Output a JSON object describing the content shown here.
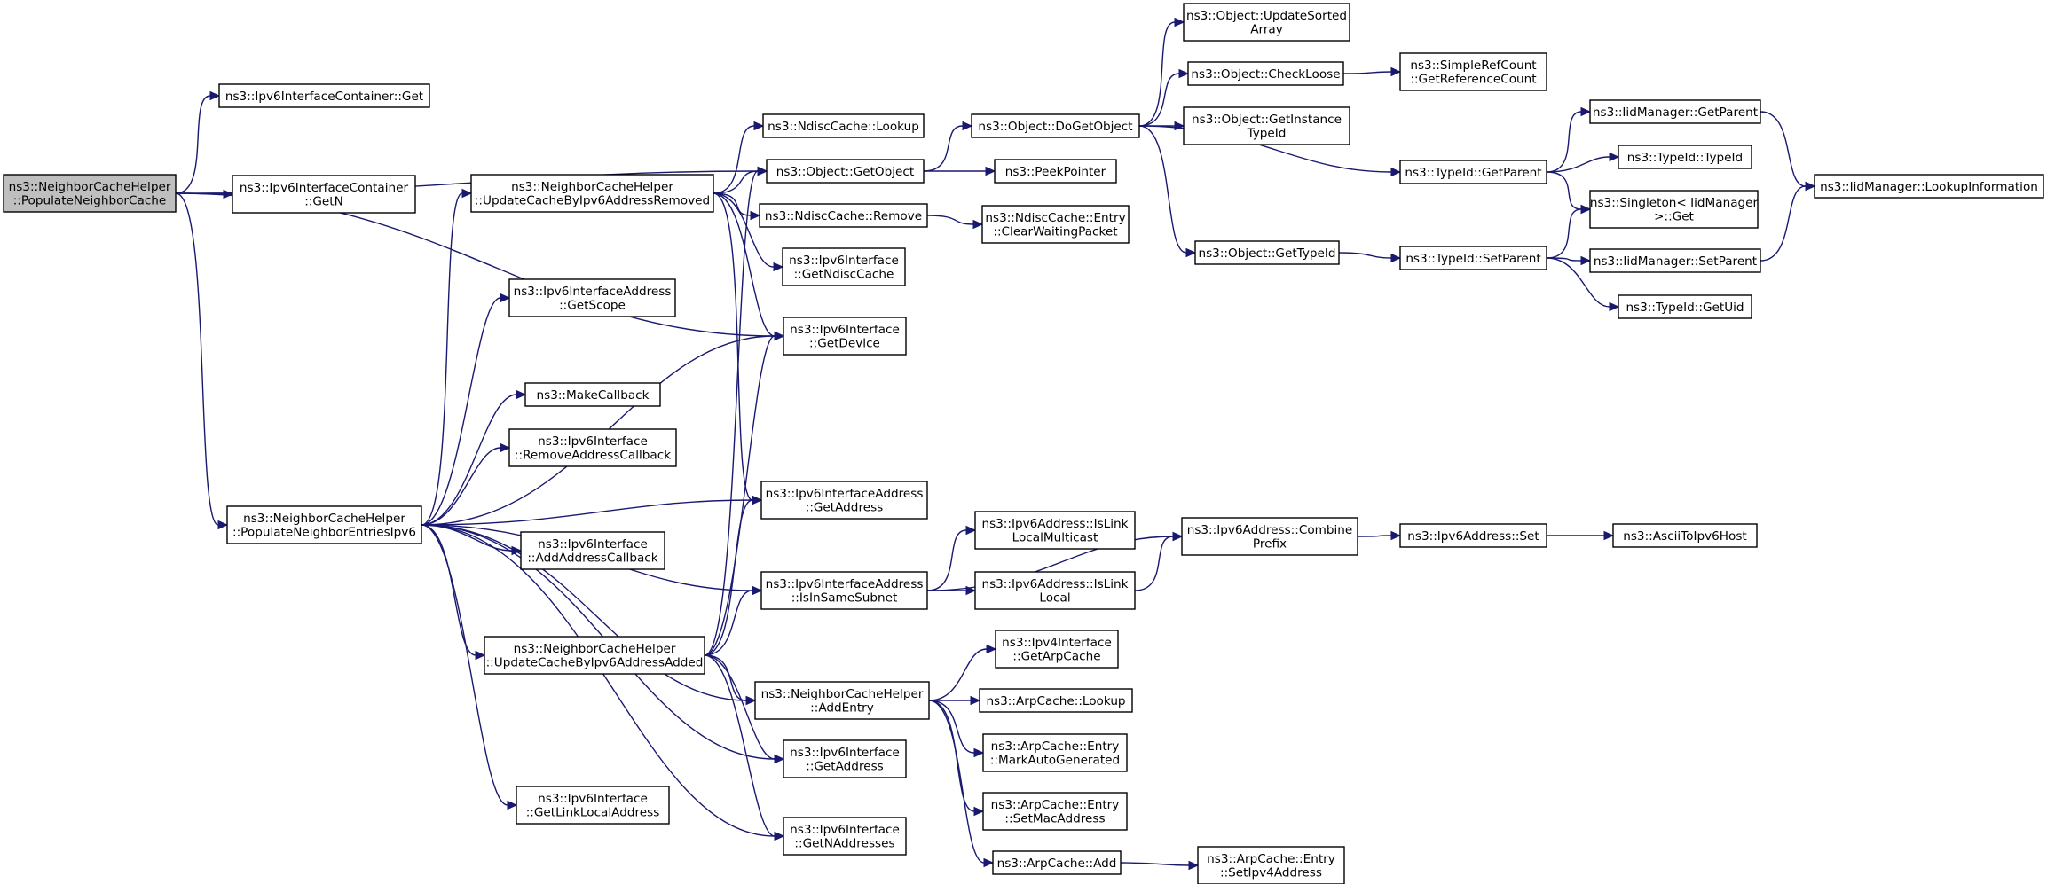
{
  "colors": {
    "edge": "#191970",
    "root_fill": "#bfbfbf",
    "node_fill": "#ffffff",
    "border": "#000000"
  },
  "nodes": [
    {
      "id": "populateNeighborCache",
      "lines": [
        "ns3::NeighborCacheHelper",
        "::PopulateNeighborCache"
      ],
      "root": true
    },
    {
      "id": "ipv6ContainerGet",
      "lines": [
        "ns3::Ipv6InterfaceContainer::Get"
      ]
    },
    {
      "id": "ipv6ContainerGetN",
      "lines": [
        "ns3::Ipv6InterfaceContainer",
        "::GetN"
      ]
    },
    {
      "id": "objectGetObject",
      "lines": [
        "ns3::Object::GetObject"
      ]
    },
    {
      "id": "ipv6IfGetDevice",
      "lines": [
        "ns3::Ipv6Interface",
        "::GetDevice"
      ]
    },
    {
      "id": "populateNeighborEntriesIpv6",
      "lines": [
        "ns3::NeighborCacheHelper",
        "::PopulateNeighborEntriesIpv6"
      ]
    },
    {
      "id": "updateCacheRemoved",
      "lines": [
        "ns3::NeighborCacheHelper",
        "::UpdateCacheByIpv6AddressRemoved"
      ]
    },
    {
      "id": "ipv6IfAddrGetScope",
      "lines": [
        "ns3::Ipv6InterfaceAddress",
        "::GetScope"
      ]
    },
    {
      "id": "makeCallback",
      "lines": [
        "ns3::MakeCallback"
      ]
    },
    {
      "id": "removeAddressCallback",
      "lines": [
        "ns3::Ipv6Interface",
        "::RemoveAddressCallback"
      ]
    },
    {
      "id": "ipv6IfAddrGetAddress",
      "lines": [
        "ns3::Ipv6InterfaceAddress",
        "::GetAddress"
      ]
    },
    {
      "id": "addAddressCallback",
      "lines": [
        "ns3::Ipv6Interface",
        "::AddAddressCallback"
      ]
    },
    {
      "id": "isInSameSubnet",
      "lines": [
        "ns3::Ipv6InterfaceAddress",
        "::IsInSameSubnet"
      ]
    },
    {
      "id": "updateCacheAdded",
      "lines": [
        "ns3::NeighborCacheHelper",
        "::UpdateCacheByIpv6AddressAdded"
      ]
    },
    {
      "id": "addEntry",
      "lines": [
        "ns3::NeighborCacheHelper",
        "::AddEntry"
      ]
    },
    {
      "id": "ipv6IfGetAddress",
      "lines": [
        "ns3::Ipv6Interface",
        "::GetAddress"
      ]
    },
    {
      "id": "getLinkLocalAddress",
      "lines": [
        "ns3::Ipv6Interface",
        "::GetLinkLocalAddress"
      ]
    },
    {
      "id": "getNAddresses",
      "lines": [
        "ns3::Ipv6Interface",
        "::GetNAddresses"
      ]
    },
    {
      "id": "ndiscLookup",
      "lines": [
        "ns3::NdiscCache::Lookup"
      ]
    },
    {
      "id": "ndiscRemove",
      "lines": [
        "ns3::NdiscCache::Remove"
      ]
    },
    {
      "id": "getNdiscCache",
      "lines": [
        "ns3::Ipv6Interface",
        "::GetNdiscCache"
      ]
    },
    {
      "id": "doGetObject",
      "lines": [
        "ns3::Object::DoGetObject"
      ]
    },
    {
      "id": "peekPointer",
      "lines": [
        "ns3::PeekPointer"
      ]
    },
    {
      "id": "clearWaitingPacket",
      "lines": [
        "ns3::NdiscCache::Entry",
        "::ClearWaitingPacket"
      ]
    },
    {
      "id": "updateSortedArray",
      "lines": [
        "ns3::Object::UpdateSorted",
        "Array"
      ]
    },
    {
      "id": "checkLoose",
      "lines": [
        "ns3::Object::CheckLoose"
      ]
    },
    {
      "id": "getInstanceTypeId",
      "lines": [
        "ns3::Object::GetInstance",
        "TypeId"
      ]
    },
    {
      "id": "objectGetTypeId",
      "lines": [
        "ns3::Object::GetTypeId"
      ]
    },
    {
      "id": "getReferenceCount",
      "lines": [
        "ns3::SimpleRefCount",
        "::GetReferenceCount"
      ]
    },
    {
      "id": "typeIdGetParent",
      "lines": [
        "ns3::TypeId::GetParent"
      ]
    },
    {
      "id": "typeIdSetParent",
      "lines": [
        "ns3::TypeId::SetParent"
      ]
    },
    {
      "id": "iidGetParent",
      "lines": [
        "ns3::IidManager::GetParent"
      ]
    },
    {
      "id": "typeIdTypeId",
      "lines": [
        "ns3::TypeId::TypeId"
      ]
    },
    {
      "id": "singletonGet",
      "lines": [
        "ns3::Singleton< IidManager",
        ">::Get"
      ]
    },
    {
      "id": "iidSetParent",
      "lines": [
        "ns3::IidManager::SetParent"
      ]
    },
    {
      "id": "typeIdGetUid",
      "lines": [
        "ns3::TypeId::GetUid"
      ]
    },
    {
      "id": "lookupInformation",
      "lines": [
        "ns3::IidManager::LookupInformation"
      ]
    },
    {
      "id": "isLinkLocalMulticast",
      "lines": [
        "ns3::Ipv6Address::IsLink",
        "LocalMulticast"
      ]
    },
    {
      "id": "isLinkLocal",
      "lines": [
        "ns3::Ipv6Address::IsLink",
        "Local"
      ]
    },
    {
      "id": "combinePrefix",
      "lines": [
        "ns3::Ipv6Address::Combine",
        "Prefix"
      ]
    },
    {
      "id": "ipv6AddressSet",
      "lines": [
        "ns3::Ipv6Address::Set"
      ]
    },
    {
      "id": "asciiToIpv6Host",
      "lines": [
        "ns3::AsciiToIpv6Host"
      ]
    },
    {
      "id": "ipv4IfGetArpCache",
      "lines": [
        "ns3::Ipv4Interface",
        "::GetArpCache"
      ]
    },
    {
      "id": "arpLookup",
      "lines": [
        "ns3::ArpCache::Lookup"
      ]
    },
    {
      "id": "markAutoGenerated",
      "lines": [
        "ns3::ArpCache::Entry",
        "::MarkAutoGenerated"
      ]
    },
    {
      "id": "setMacAddress",
      "lines": [
        "ns3::ArpCache::Entry",
        "::SetMacAddress"
      ]
    },
    {
      "id": "arpAdd",
      "lines": [
        "ns3::ArpCache::Add"
      ]
    },
    {
      "id": "setIpv4Address",
      "lines": [
        "ns3::ArpCache::Entry",
        "::SetIpv4Address"
      ]
    }
  ],
  "edges": [
    [
      "populateNeighborCache",
      "ipv6ContainerGet"
    ],
    [
      "populateNeighborCache",
      "objectGetObject"
    ],
    [
      "populateNeighborCache",
      "ipv6ContainerGetN"
    ],
    [
      "populateNeighborCache",
      "ipv6IfGetDevice"
    ],
    [
      "populateNeighborCache",
      "populateNeighborEntriesIpv6"
    ],
    [
      "populateNeighborEntriesIpv6",
      "updateCacheRemoved"
    ],
    [
      "populateNeighborEntriesIpv6",
      "ipv6IfAddrGetScope"
    ],
    [
      "populateNeighborEntriesIpv6",
      "ipv6IfGetDevice"
    ],
    [
      "populateNeighborEntriesIpv6",
      "makeCallback"
    ],
    [
      "populateNeighborEntriesIpv6",
      "removeAddressCallback"
    ],
    [
      "populateNeighborEntriesIpv6",
      "ipv6IfAddrGetAddress"
    ],
    [
      "populateNeighborEntriesIpv6",
      "addAddressCallback"
    ],
    [
      "populateNeighborEntriesIpv6",
      "isInSameSubnet"
    ],
    [
      "populateNeighborEntriesIpv6",
      "updateCacheAdded"
    ],
    [
      "populateNeighborEntriesIpv6",
      "addEntry"
    ],
    [
      "populateNeighborEntriesIpv6",
      "ipv6IfGetAddress"
    ],
    [
      "populateNeighborEntriesIpv6",
      "getLinkLocalAddress"
    ],
    [
      "populateNeighborEntriesIpv6",
      "getNAddresses"
    ],
    [
      "updateCacheRemoved",
      "ndiscLookup"
    ],
    [
      "updateCacheRemoved",
      "objectGetObject"
    ],
    [
      "updateCacheRemoved",
      "ndiscRemove"
    ],
    [
      "updateCacheRemoved",
      "getNdiscCache"
    ],
    [
      "updateCacheRemoved",
      "ipv6IfGetDevice"
    ],
    [
      "updateCacheRemoved",
      "ipv6IfAddrGetAddress"
    ],
    [
      "updateCacheAdded",
      "objectGetObject"
    ],
    [
      "updateCacheAdded",
      "ipv6IfGetDevice"
    ],
    [
      "updateCacheAdded",
      "ipv6IfAddrGetAddress"
    ],
    [
      "updateCacheAdded",
      "isInSameSubnet"
    ],
    [
      "updateCacheAdded",
      "addEntry"
    ],
    [
      "updateCacheAdded",
      "ipv6IfGetAddress"
    ],
    [
      "updateCacheAdded",
      "getNAddresses"
    ],
    [
      "objectGetObject",
      "doGetObject"
    ],
    [
      "objectGetObject",
      "peekPointer"
    ],
    [
      "ndiscRemove",
      "clearWaitingPacket"
    ],
    [
      "doGetObject",
      "updateSortedArray"
    ],
    [
      "doGetObject",
      "checkLoose"
    ],
    [
      "doGetObject",
      "getInstanceTypeId"
    ],
    [
      "doGetObject",
      "typeIdGetParent"
    ],
    [
      "doGetObject",
      "objectGetTypeId"
    ],
    [
      "checkLoose",
      "getReferenceCount"
    ],
    [
      "objectGetTypeId",
      "typeIdSetParent"
    ],
    [
      "typeIdGetParent",
      "iidGetParent"
    ],
    [
      "typeIdGetParent",
      "typeIdTypeId"
    ],
    [
      "typeIdGetParent",
      "singletonGet"
    ],
    [
      "typeIdSetParent",
      "singletonGet"
    ],
    [
      "typeIdSetParent",
      "iidSetParent"
    ],
    [
      "typeIdSetParent",
      "typeIdGetUid"
    ],
    [
      "iidGetParent",
      "lookupInformation"
    ],
    [
      "iidSetParent",
      "lookupInformation"
    ],
    [
      "isInSameSubnet",
      "combinePrefix"
    ],
    [
      "isInSameSubnet",
      "isLinkLocalMulticast"
    ],
    [
      "isInSameSubnet",
      "isLinkLocal"
    ],
    [
      "isLinkLocal",
      "combinePrefix"
    ],
    [
      "combinePrefix",
      "ipv6AddressSet"
    ],
    [
      "ipv6AddressSet",
      "asciiToIpv6Host"
    ],
    [
      "addEntry",
      "ipv4IfGetArpCache"
    ],
    [
      "addEntry",
      "arpLookup"
    ],
    [
      "addEntry",
      "markAutoGenerated"
    ],
    [
      "addEntry",
      "setMacAddress"
    ],
    [
      "addEntry",
      "arpAdd"
    ],
    [
      "arpAdd",
      "setIpv4Address"
    ]
  ]
}
